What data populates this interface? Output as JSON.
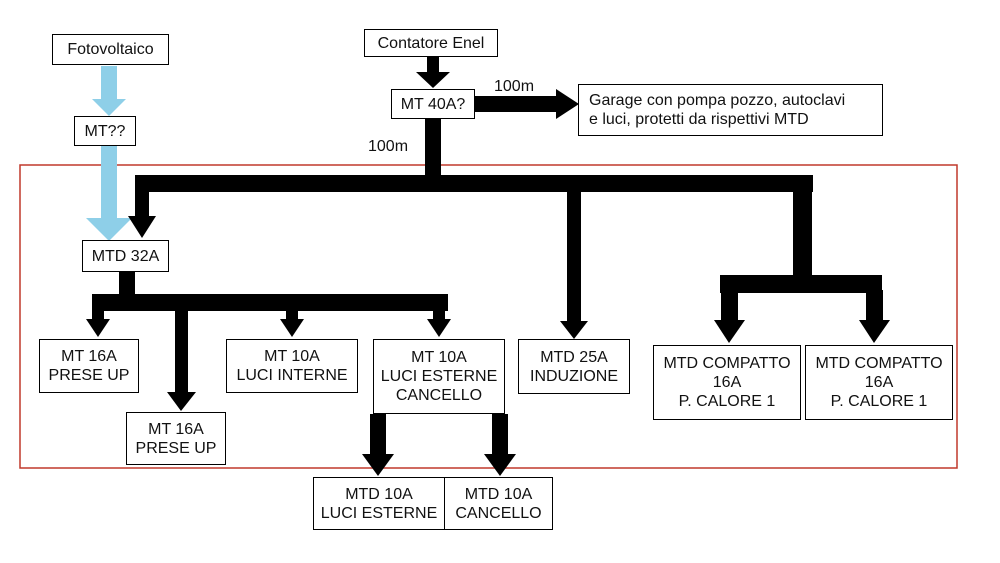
{
  "boxes": {
    "fotovoltaico": "Fotovoltaico",
    "mt_unknown": "MT??",
    "contatore": "Contatore Enel",
    "mt40": "MT 40A?",
    "garage": [
      "Garage con pompa pozzo, autoclavi",
      "e luci, protetti da rispettivi MTD"
    ],
    "mtd32": "MTD 32A",
    "mt16_a": [
      "MT 16A",
      "PRESE UP"
    ],
    "mt16_b": [
      "MT 16A",
      "PRESE UP"
    ],
    "mt10_interne": [
      "MT 10A",
      "LUCI INTERNE"
    ],
    "mt10_esterne_cancello": [
      "MT 10A",
      "LUCI ESTERNE",
      "CANCELLO"
    ],
    "mtd25": [
      "MTD 25A",
      "INDUZIONE"
    ],
    "mtd_compatto_1": [
      "MTD COMPATTO",
      "16A",
      "P. CALORE 1"
    ],
    "mtd_compatto_2": [
      "MTD COMPATTO",
      "16A",
      "P. CALORE 1"
    ],
    "mtd10_esterne": [
      "MTD 10A",
      "LUCI ESTERNE"
    ],
    "mtd10_cancello": [
      "MTD 10A",
      "CANCELLO"
    ]
  },
  "labels": {
    "dist_garage": "100m",
    "dist_main": "100m"
  },
  "colors": {
    "arrow": "#000000",
    "solar_arrow": "#8ecfe8",
    "frame": "#c0392b"
  }
}
